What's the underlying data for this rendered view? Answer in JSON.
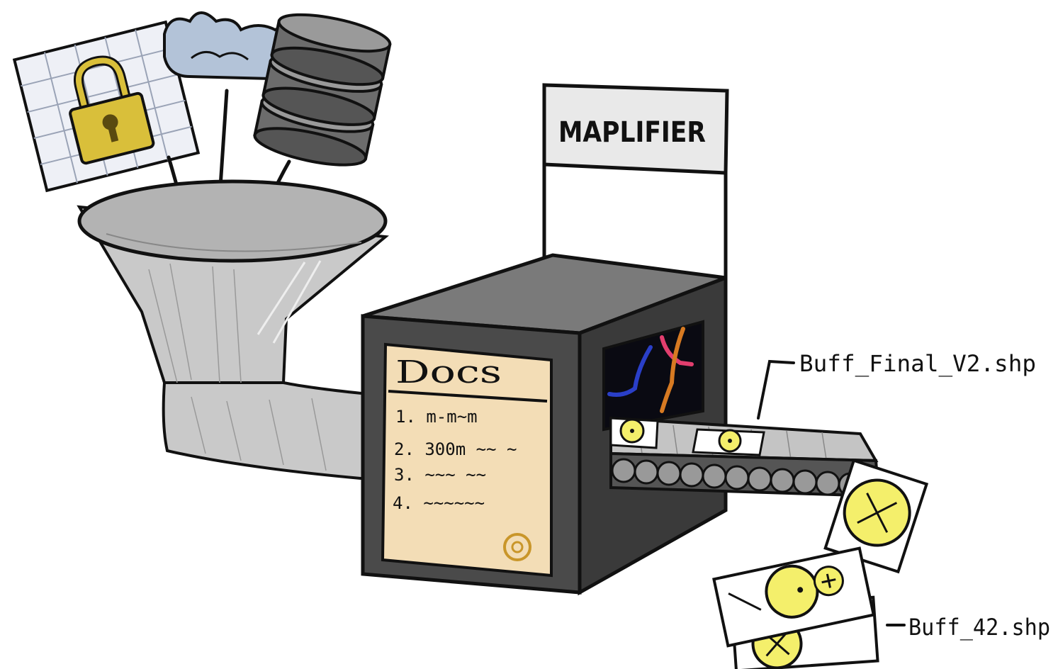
{
  "machine": {
    "sign_label": "MAPLIFIER"
  },
  "docs": {
    "title": "Docs",
    "items": [
      "1. m-m~m",
      "2. 300m ~~ ~",
      "3. ~~~ ~~",
      "4. ~~~~~~"
    ]
  },
  "outputs": {
    "label_1": "Buff_Final_V2.shp",
    "label_2": "Buff_42.shp"
  },
  "icons": {
    "lock": "padlock-grid-icon",
    "cloud": "cloud-icon",
    "database": "database-icon",
    "funnel": "funnel-icon",
    "map_output": "map-tile-icon"
  },
  "colors": {
    "machine_body": "#4a4a4a",
    "docs_paper": "#f3ddb6",
    "funnel": "#c9c9c9",
    "lock": "#d9bf3a",
    "cloud": "#b3c3d8",
    "db": "#6c6c6c",
    "map_yellow": "#f4ef6b"
  }
}
